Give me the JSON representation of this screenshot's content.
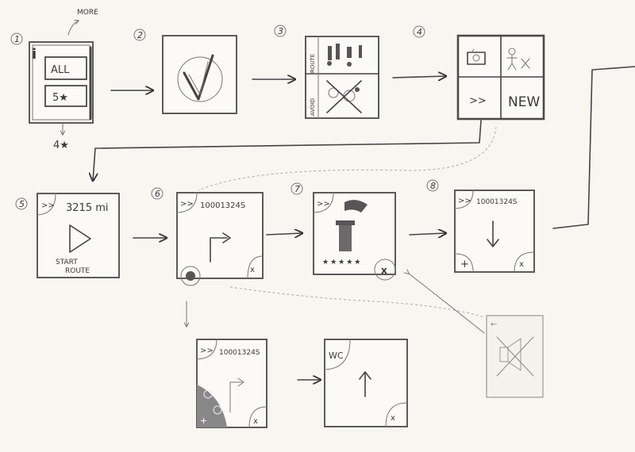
{
  "step_numbers": [
    "1",
    "2",
    "3",
    "4",
    "5",
    "6",
    "7",
    "8"
  ],
  "screen1": {
    "info_glyph": "i",
    "more_note": "MORE",
    "all_button": "ALL",
    "rating_button": "5★",
    "rating_note": "4★"
  },
  "screen3": {
    "row_top_label": "ROUTE",
    "row_bottom_label": "AVOID"
  },
  "screen4": {
    "skip_glyph": ">>",
    "new_label": "NEW"
  },
  "screen5": {
    "skip_glyph": ">>",
    "distance": "3215 mi",
    "start_label_line1": "START",
    "start_label_line2": "ROUTE"
  },
  "screen6": {
    "skip_glyph": ">>",
    "distance": "10001324S",
    "close_glyph": "x"
  },
  "screen7": {
    "skip_glyph": ">>",
    "stars": "★★★★★",
    "close_glyph": "x"
  },
  "screen8": {
    "skip_glyph": ">>",
    "distance": "10001324S",
    "plus_glyph": "+",
    "close_glyph": "x"
  },
  "screen9": {
    "skip_glyph": ">>",
    "distance": "10001324S",
    "plus_glyph": "+",
    "close_glyph": "x"
  },
  "screen10": {
    "wc_label": "WC",
    "close_glyph": "x"
  },
  "screen11": {
    "back_glyph": "←"
  }
}
